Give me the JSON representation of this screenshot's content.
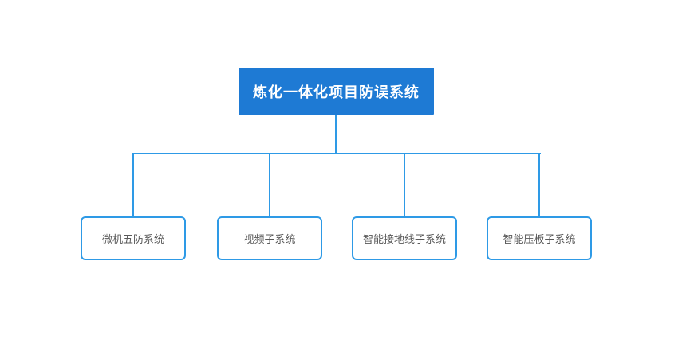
{
  "diagram": {
    "type": "org-chart",
    "root": {
      "label": "炼化一体化项目防误系统"
    },
    "children": [
      {
        "label": "微机五防系统"
      },
      {
        "label": "视频子系统"
      },
      {
        "label": "智能接地线子系统"
      },
      {
        "label": "智能压板子系统"
      }
    ],
    "colors": {
      "root_fill": "#1E7AD4",
      "root_text": "#FFFFFF",
      "connector": "#2E9AE6",
      "child_border": "#2E9AE6",
      "child_fill": "#FFFFFF",
      "child_text": "#595959",
      "background": "#FFFFFF"
    }
  }
}
